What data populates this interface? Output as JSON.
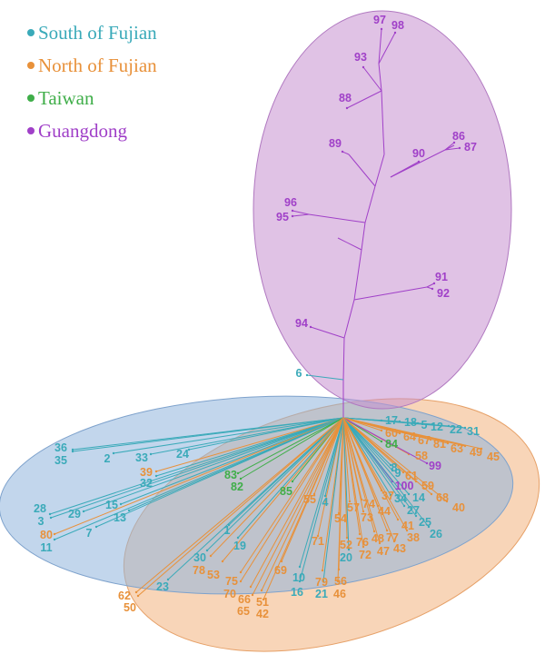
{
  "legend": [
    {
      "label": "South of Fujian",
      "color": "#3aaab9"
    },
    {
      "label": "North of Fujian",
      "color": "#e8913a"
    },
    {
      "label": "Taiwan",
      "color": "#3fae49"
    },
    {
      "label": "Guangdong",
      "color": "#a040c8"
    }
  ],
  "colors": {
    "south": "#3aaab9",
    "north": "#e8913a",
    "taiwan": "#3fae49",
    "guangdong": "#a040c8",
    "guangdong_fill": "#c78fd0",
    "south_fill": "#8fb4dc",
    "north_fill": "#f3b37d"
  },
  "leaves": [
    {
      "id": "97",
      "g": "guangdong"
    },
    {
      "id": "98",
      "g": "guangdong"
    },
    {
      "id": "93",
      "g": "guangdong"
    },
    {
      "id": "88",
      "g": "guangdong"
    },
    {
      "id": "89",
      "g": "guangdong"
    },
    {
      "id": "90",
      "g": "guangdong"
    },
    {
      "id": "86",
      "g": "guangdong"
    },
    {
      "id": "87",
      "g": "guangdong"
    },
    {
      "id": "96",
      "g": "guangdong"
    },
    {
      "id": "95",
      "g": "guangdong"
    },
    {
      "id": "91",
      "g": "guangdong"
    },
    {
      "id": "92",
      "g": "guangdong"
    },
    {
      "id": "94",
      "g": "guangdong"
    },
    {
      "id": "6",
      "g": "south"
    },
    {
      "id": "36",
      "g": "south"
    },
    {
      "id": "35",
      "g": "south"
    },
    {
      "id": "2",
      "g": "south"
    },
    {
      "id": "33",
      "g": "south"
    },
    {
      "id": "24",
      "g": "south"
    },
    {
      "id": "39",
      "g": "north"
    },
    {
      "id": "32",
      "g": "south"
    },
    {
      "id": "28",
      "g": "south"
    },
    {
      "id": "3",
      "g": "south"
    },
    {
      "id": "29",
      "g": "south"
    },
    {
      "id": "15",
      "g": "south"
    },
    {
      "id": "13",
      "g": "south"
    },
    {
      "id": "7",
      "g": "south"
    },
    {
      "id": "80",
      "g": "north"
    },
    {
      "id": "11",
      "g": "south"
    },
    {
      "id": "83",
      "g": "taiwan"
    },
    {
      "id": "82",
      "g": "taiwan"
    },
    {
      "id": "85",
      "g": "taiwan"
    },
    {
      "id": "1",
      "g": "south"
    },
    {
      "id": "19",
      "g": "south"
    },
    {
      "id": "30",
      "g": "south"
    },
    {
      "id": "78",
      "g": "north"
    },
    {
      "id": "53",
      "g": "north"
    },
    {
      "id": "23",
      "g": "south"
    },
    {
      "id": "62",
      "g": "north"
    },
    {
      "id": "50",
      "g": "north"
    },
    {
      "id": "75",
      "g": "north"
    },
    {
      "id": "70",
      "g": "north"
    },
    {
      "id": "66",
      "g": "north"
    },
    {
      "id": "65",
      "g": "north"
    },
    {
      "id": "51",
      "g": "north"
    },
    {
      "id": "42",
      "g": "north"
    },
    {
      "id": "69",
      "g": "north"
    },
    {
      "id": "10",
      "g": "south"
    },
    {
      "id": "16",
      "g": "south"
    },
    {
      "id": "71",
      "g": "north"
    },
    {
      "id": "79",
      "g": "north"
    },
    {
      "id": "56",
      "g": "north"
    },
    {
      "id": "21",
      "g": "south"
    },
    {
      "id": "46",
      "g": "north"
    },
    {
      "id": "55",
      "g": "north"
    },
    {
      "id": "4",
      "g": "south"
    },
    {
      "id": "17",
      "g": "south"
    },
    {
      "id": "18",
      "g": "south"
    },
    {
      "id": "5",
      "g": "south"
    },
    {
      "id": "12",
      "g": "south"
    },
    {
      "id": "22",
      "g": "south"
    },
    {
      "id": "31",
      "g": "south"
    },
    {
      "id": "60",
      "g": "north"
    },
    {
      "id": "64",
      "g": "north"
    },
    {
      "id": "67",
      "g": "north"
    },
    {
      "id": "81",
      "g": "north"
    },
    {
      "id": "63",
      "g": "north"
    },
    {
      "id": "49",
      "g": "north"
    },
    {
      "id": "45",
      "g": "north"
    },
    {
      "id": "84",
      "g": "taiwan"
    },
    {
      "id": "58",
      "g": "north"
    },
    {
      "id": "99",
      "g": "guangdong"
    },
    {
      "id": "61",
      "g": "north"
    },
    {
      "id": "8",
      "g": "south"
    },
    {
      "id": "9",
      "g": "south"
    },
    {
      "id": "100",
      "g": "guangdong"
    },
    {
      "id": "59",
      "g": "north"
    },
    {
      "id": "37",
      "g": "north"
    },
    {
      "id": "34",
      "g": "south"
    },
    {
      "id": "14",
      "g": "south"
    },
    {
      "id": "68",
      "g": "north"
    },
    {
      "id": "40",
      "g": "north"
    },
    {
      "id": "57",
      "g": "north"
    },
    {
      "id": "74",
      "g": "north"
    },
    {
      "id": "27",
      "g": "south"
    },
    {
      "id": "54",
      "g": "north"
    },
    {
      "id": "73",
      "g": "north"
    },
    {
      "id": "44",
      "g": "north"
    },
    {
      "id": "41",
      "g": "north"
    },
    {
      "id": "25",
      "g": "south"
    },
    {
      "id": "26",
      "g": "south"
    },
    {
      "id": "52",
      "g": "north"
    },
    {
      "id": "76",
      "g": "north"
    },
    {
      "id": "48",
      "g": "north"
    },
    {
      "id": "77",
      "g": "north"
    },
    {
      "id": "38",
      "g": "north"
    },
    {
      "id": "20",
      "g": "south"
    },
    {
      "id": "72",
      "g": "north"
    },
    {
      "id": "47",
      "g": "north"
    },
    {
      "id": "43",
      "g": "north"
    }
  ]
}
